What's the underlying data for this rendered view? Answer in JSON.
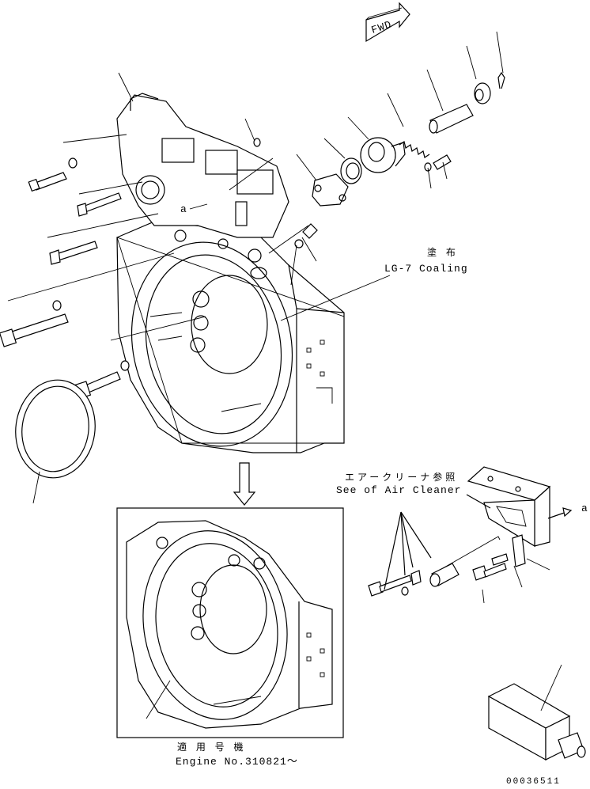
{
  "labels": {
    "fwd": "FWD",
    "ref_a_top": "a",
    "ref_a_right": "a",
    "coating_jp": "塗 布",
    "coating_en": "LG-7 Coaling",
    "air_cleaner_jp": "エアークリーナ参照",
    "air_cleaner_en": "See of Air Cleaner",
    "serial_jp": "適 用 号 機",
    "serial_en": "Engine No.310821～",
    "drawing_no": "00036511"
  }
}
